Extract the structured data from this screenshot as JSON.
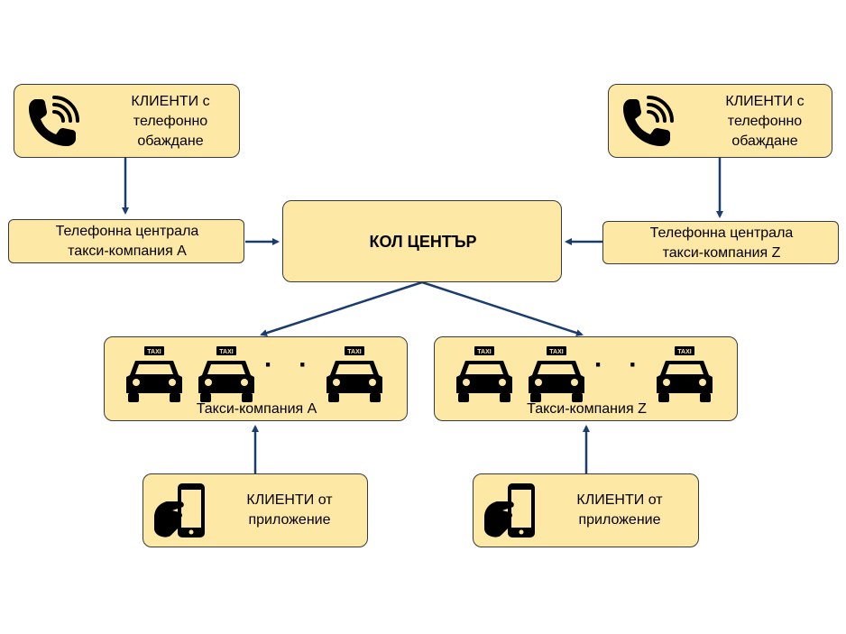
{
  "clients_phone_left": {
    "line1": "КЛИЕНТИ с",
    "line2": "телефонно",
    "line3": "обаждане"
  },
  "clients_phone_right": {
    "line1": "КЛИЕНТИ с",
    "line2": "телефонно",
    "line3": "обаждане"
  },
  "switchboard_a": {
    "line1": "Телефонна централа",
    "line2": "такси-компания A"
  },
  "switchboard_z": {
    "line1": "Телефонна централа",
    "line2": "такси-компания Z"
  },
  "call_center": {
    "label": "КОЛ ЦЕНТЪР"
  },
  "taxi_company_a": {
    "label": "Такси-компания A",
    "taxi_sign": "TAXI",
    "ellipsis": "· ·"
  },
  "taxi_company_z": {
    "label": "Такси-компания Z",
    "taxi_sign": "TAXI",
    "ellipsis": "· ·"
  },
  "clients_app_left": {
    "line1": "КЛИЕНТИ от",
    "line2": "приложение"
  },
  "clients_app_right": {
    "line1": "КЛИЕНТИ от",
    "line2": "приложение"
  },
  "colors": {
    "box_fill": "#fde8a6",
    "box_border": "#3a3a3a",
    "arrow": "#1b3d6d"
  },
  "icons": {
    "phone": "phone-call-icon",
    "taxi": "taxi-car-icon",
    "mobile": "hand-holding-phone-icon"
  }
}
